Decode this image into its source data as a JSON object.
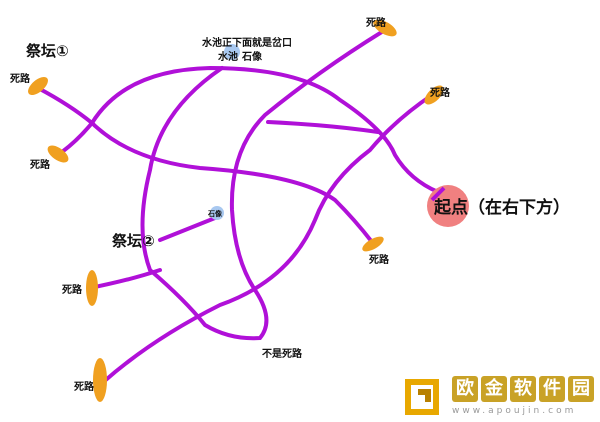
{
  "colors": {
    "path": "#b010d8",
    "dead_end": "#f0a020",
    "start": "#f08080",
    "marker": "#a8c8f0"
  },
  "labels": {
    "altar1": "祭坛①",
    "altar2": "祭坛②",
    "pool_note": "水池正下面就是岔口",
    "pool": "水池",
    "statue": "石像",
    "statue2": "石像",
    "start": "起点（在右下方）",
    "not_dead_end": "不是死路",
    "dead_end": "死路"
  },
  "watermark": {
    "name": "欧金软件园",
    "chars": [
      "欧",
      "金",
      "软",
      "件",
      "园"
    ],
    "url": "www.apoujin.com"
  }
}
